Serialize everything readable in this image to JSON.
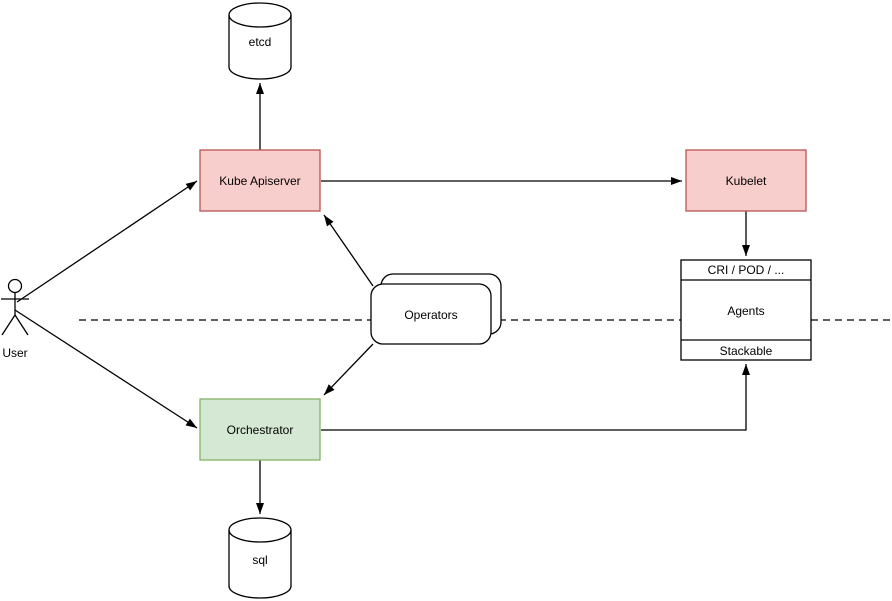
{
  "nodes": {
    "etcd": {
      "label": "etcd",
      "shape": "cylinder"
    },
    "kube_apiserver": {
      "label": "Kube Apiserver",
      "shape": "rect"
    },
    "kubelet": {
      "label": "Kubelet",
      "shape": "rect"
    },
    "operators": {
      "label": "Operators",
      "shape": "stacked-rounded-rect"
    },
    "agents_stack": {
      "header": "CRI / POD / ...",
      "body": "Agents",
      "footer": "Stackable",
      "shape": "partitioned-rect"
    },
    "orchestrator": {
      "label": "Orchestrator",
      "shape": "rect"
    },
    "sql": {
      "label": "sql",
      "shape": "cylinder"
    },
    "user": {
      "label": "User",
      "shape": "actor"
    }
  },
  "edges": [
    {
      "from": "kube_apiserver",
      "to": "etcd",
      "arrow": true
    },
    {
      "from": "user",
      "to": "kube_apiserver",
      "arrow": true
    },
    {
      "from": "user",
      "to": "orchestrator",
      "arrow": true
    },
    {
      "from": "kube_apiserver",
      "to": "kubelet",
      "arrow": true
    },
    {
      "from": "operators",
      "to": "kube_apiserver",
      "arrow": true
    },
    {
      "from": "operators",
      "to": "orchestrator",
      "arrow": true
    },
    {
      "from": "kubelet",
      "to": "agents_stack",
      "arrow": true
    },
    {
      "from": "orchestrator",
      "to": "agents_stack",
      "arrow": true,
      "routing": "orthogonal"
    },
    {
      "from": "orchestrator",
      "to": "sql",
      "arrow": true
    },
    {
      "type": "dashed-separator",
      "orientation": "horizontal"
    }
  ],
  "colors": {
    "red_fill": "#f8cecc",
    "red_stroke": "#b85450",
    "green_fill": "#d5e8d4",
    "green_stroke": "#82b366",
    "white_fill": "#ffffff",
    "line": "#000000",
    "canvas_bg": "#ffffff"
  }
}
